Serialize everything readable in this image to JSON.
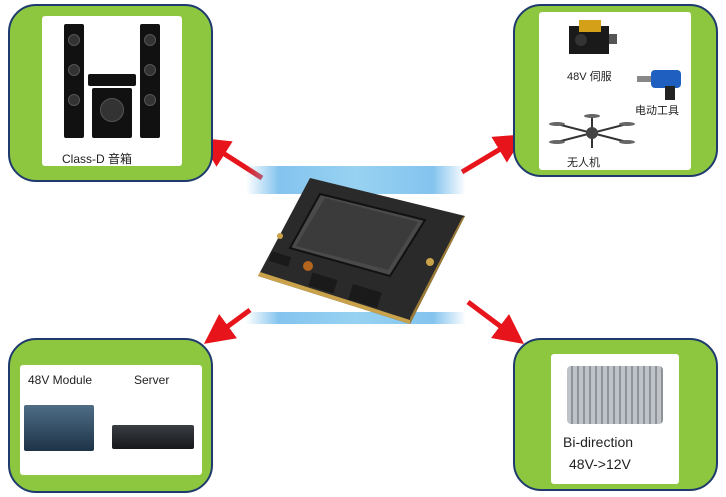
{
  "panels": {
    "top_left": {
      "caption": "Class-D 音箱",
      "icon": "speaker-system"
    },
    "top_right": {
      "items": [
        {
          "caption": "48V 伺服",
          "icon": "servo-motor"
        },
        {
          "caption": "电动工具",
          "icon": "power-tool"
        },
        {
          "caption": "无人机",
          "icon": "drone"
        }
      ]
    },
    "bottom_left": {
      "items": [
        {
          "caption": "48V Module",
          "icon": "datacenter"
        },
        {
          "caption": "Server",
          "icon": "rack-server"
        }
      ]
    },
    "bottom_right": {
      "line1": "Bi-direction",
      "line2": "48V->12V",
      "icon": "dc-dc-converter"
    }
  },
  "center": {
    "icon": "power-module-chip"
  },
  "colors": {
    "panel_fill": "#8dc63f",
    "panel_border": "#1f3b6e",
    "arrow": "#e8141b",
    "band": "#6fb9eb"
  }
}
